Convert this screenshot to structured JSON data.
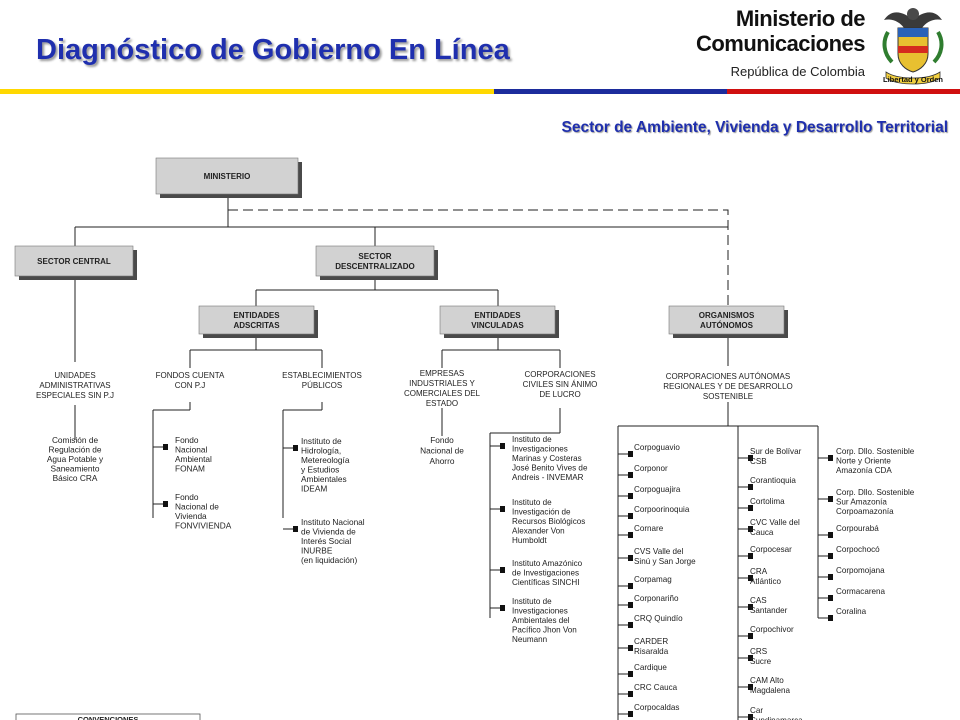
{
  "header": {
    "title": "Diagnóstico de Gobierno En Línea",
    "org_line1": "Ministerio de",
    "org_line2": "Comunicaciones",
    "org_line3": "República de Colombia",
    "seal_motto": "Libertad y Orden",
    "stripe_colors": [
      "#ffd800",
      "#1c2c9c",
      "#d01010"
    ]
  },
  "subtitle": "Sector de Ambiente, Vivienda y Desarrollo Territorial",
  "org_chart": {
    "boxes": {
      "ministerio": [
        "MINISTERIO"
      ],
      "sector_central": [
        "SECTOR CENTRAL"
      ],
      "sector_descentralizado": [
        "SECTOR",
        "DESCENTRALIZADO"
      ],
      "entidades_adscritas": [
        "ENTIDADES",
        "ADSCRITAS"
      ],
      "entidades_vinculadas": [
        "ENTIDADES",
        "VINCULADAS"
      ],
      "organismos_autonomos": [
        "ORGANISMOS",
        "AUTÓNOMOS"
      ]
    },
    "categories": {
      "unidades": [
        "UNIDADES",
        "ADMINISTRATIVAS",
        "ESPECIALES SIN P.J"
      ],
      "fondos": [
        "FONDOS CUENTA",
        "CON P.J"
      ],
      "establecimientos": [
        "ESTABLECIMIENTOS",
        "PÚBLICOS"
      ],
      "empresas": [
        "EMPRESAS",
        "INDUSTRIALES Y",
        "COMERCIALES DEL",
        "ESTADO"
      ],
      "corporaciones_civiles": [
        "CORPORACIONES",
        "CIVILES SIN ÁNIMO",
        "DE LUCRO"
      ],
      "corporaciones_autonomas": [
        "CORPORACIONES AUTÓNOMAS",
        "REGIONALES Y DE DESARROLLO",
        "SOSTENIBLE"
      ]
    },
    "cra": [
      "Comisión de",
      "Regulación de",
      "Agua Potable y",
      "Saneamiento",
      "Básico CRA"
    ],
    "fondos_items": [
      [
        "Fondo",
        "Nacional",
        "Ambiental",
        "FONAM"
      ],
      [
        "Fondo",
        "Nacional de",
        "Vivienda",
        "FONVIVIENDA"
      ]
    ],
    "establecimientos_items": [
      [
        "Instituto de",
        "Hidrología,",
        "Metereología",
        "y Estudios",
        "Ambientales",
        "IDEAM"
      ],
      [
        "Instituto Nacional",
        "de Vivienda de",
        "Interés Social",
        "INURBE",
        "(en liquidación)"
      ]
    ],
    "fondo_ahorro": [
      "Fondo",
      "Nacional de",
      "Ahorro"
    ],
    "institutos": [
      [
        "Instituto de",
        "Investigaciones",
        "Marinas y Costeras",
        "José Benito Vives de",
        "Andreis - INVEMAR"
      ],
      [
        "Instituto de",
        "Investigación de",
        "Recursos Biológicos",
        "Alexander Von",
        "Humboldt"
      ],
      [
        "Instituto Amazónico",
        "de Investigaciones",
        "Científicas SINCHI"
      ],
      [
        "Instituto de",
        "Investigaciones",
        "Ambientales del",
        "Pacífico Jhon Von",
        "Neumann"
      ]
    ],
    "car_col1": [
      [
        "Corpoguavio"
      ],
      [
        "Corponor"
      ],
      [
        "Corpoguajira"
      ],
      [
        "Corpoorinoquia"
      ],
      [
        "Cornare"
      ],
      [
        "CVS Valle del",
        "Sinú y San Jorge"
      ],
      [
        "Corpamag"
      ],
      [
        "Corponariño"
      ],
      [
        "CRQ Quindío"
      ],
      [
        "CARDER",
        "Risaralda"
      ],
      [
        "Cardique"
      ],
      [
        "CRC Cauca"
      ],
      [
        "Corpocaldas"
      ]
    ],
    "car_col2": [
      [
        "Sur de Bolívar",
        "CSB"
      ],
      [
        "Corantioquia"
      ],
      [
        "Cortolima"
      ],
      [
        "CVC Valle del",
        "Cauca"
      ],
      [
        "Corpocesar"
      ],
      [
        "CRA",
        "Atlántico"
      ],
      [
        "CAS",
        "Santander"
      ],
      [
        "Corpochivor"
      ],
      [
        "CRS",
        "Sucre"
      ],
      [
        "CAM Alto",
        "Magdalena"
      ],
      [
        "Car",
        "Cundinamarca"
      ]
    ],
    "car_col3": [
      [
        "Corp. Dllo. Sostenible",
        "Norte y Oriente",
        "Amazonía CDA"
      ],
      [
        "Corp. Dllo. Sostenible",
        "Sur Amazonía",
        "Corpoamazonía"
      ],
      [
        "Corpourabá"
      ],
      [
        "Corpochocó"
      ],
      [
        "Corpomojana"
      ],
      [
        "Cormacarena"
      ],
      [
        "Coralina"
      ]
    ],
    "legend_text": [
      "CONVENCIONES"
    ]
  }
}
